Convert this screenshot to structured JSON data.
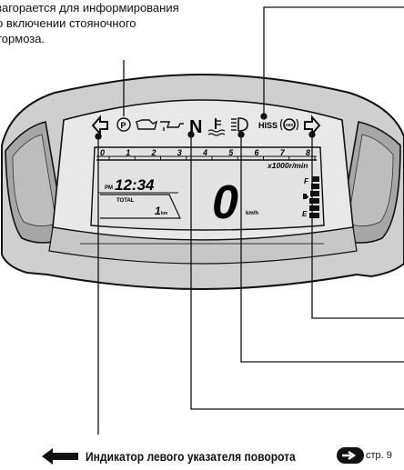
{
  "caption": {
    "lines": [
      "загорается для информирования",
      "о включении стояночного",
      "тормоза."
    ]
  },
  "dash": {
    "tach_ticks": [
      "0",
      "1",
      "2",
      "3",
      "4",
      "5",
      "6",
      "7",
      "8"
    ],
    "tach_unit": "x1000r/min",
    "hiss": "HISS",
    "neutral": "N",
    "park": "P",
    "abs": "ABS",
    "clock_ampm": "PM",
    "clock": "12:34",
    "odo_label": "TOTAL",
    "odo_value": "1",
    "odo_unit": "km",
    "speed": "0",
    "speed_unit": "km/h",
    "fuel_full": "F",
    "fuel_empty": "E"
  },
  "footer": {
    "label": "Индикатор левого указателя поворота",
    "page_ref": "стр. 9"
  },
  "colors": {
    "ink": "#111111",
    "panel": "#d9d9d9",
    "screen": "#e6e6e6"
  }
}
